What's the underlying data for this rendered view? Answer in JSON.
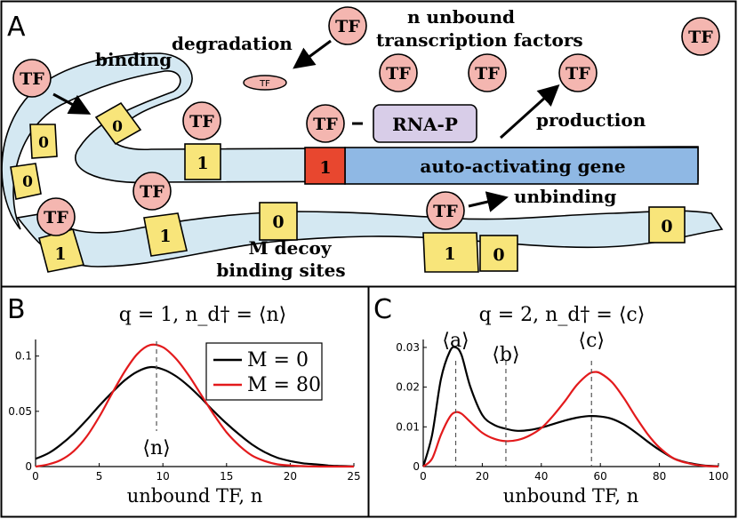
{
  "panel_a": {
    "letter": "A",
    "tf_label": "TF",
    "small_tf_label": "TF",
    "binding": "binding",
    "degradation": "degradation",
    "unbound_line1": "n unbound",
    "unbound_line2": "transcription factors",
    "rnap": "RNA-P",
    "production": "production",
    "gene": "auto-activating gene",
    "unbinding": "unbinding",
    "decoy_line1": "M decoy",
    "decoy_line2": "binding sites",
    "site_one": "1",
    "site_zero": "0"
  },
  "colors": {
    "tf_fill": "#f4b6b0",
    "strand": "#d4e8f2",
    "gene": "#8fb8e4",
    "site": "#f8e57a",
    "active_site": "#e8472f",
    "rnap": "#d8cde8",
    "series_m0": "#000000",
    "series_m80": "#e31a1c"
  },
  "chart_data": [
    {
      "type": "line",
      "panel": "B",
      "title": "q = 1, n_d† = ⟨n⟩",
      "xlabel": "unbound TF, n",
      "ylabel": "",
      "xlim": [
        0,
        25
      ],
      "ylim": [
        0,
        0.115
      ],
      "xticks": [
        "0",
        "5",
        "10",
        "15",
        "20",
        "25"
      ],
      "yticks": [
        "0",
        "0.05",
        "0.1"
      ],
      "annotation": "⟨n⟩",
      "vline_x": 9.5,
      "legend": [
        "M = 0",
        "M = 80"
      ],
      "series": [
        {
          "name": "M = 0",
          "x": [
            0,
            1,
            2,
            3,
            4,
            5,
            6,
            7,
            8,
            9,
            10,
            11,
            12,
            13,
            14,
            15,
            16,
            17,
            18,
            19,
            20,
            21,
            22,
            23,
            24,
            25
          ],
          "values": [
            0.007,
            0.012,
            0.02,
            0.03,
            0.042,
            0.055,
            0.067,
            0.078,
            0.086,
            0.09,
            0.088,
            0.082,
            0.073,
            0.062,
            0.05,
            0.039,
            0.029,
            0.02,
            0.013,
            0.008,
            0.005,
            0.003,
            0.002,
            0.001,
            0.0005,
            0.0002
          ]
        },
        {
          "name": "M = 80",
          "x": [
            0,
            1,
            2,
            3,
            4,
            5,
            6,
            7,
            8,
            9,
            10,
            11,
            12,
            13,
            14,
            15,
            16,
            17,
            18,
            19,
            20,
            21,
            22,
            23,
            24,
            25
          ],
          "values": [
            0.0,
            0.002,
            0.006,
            0.014,
            0.027,
            0.045,
            0.066,
            0.086,
            0.102,
            0.11,
            0.108,
            0.098,
            0.083,
            0.065,
            0.047,
            0.031,
            0.019,
            0.01,
            0.005,
            0.002,
            0.001,
            0.0004,
            0.0001,
            0.0,
            0.0,
            0.0
          ]
        }
      ]
    },
    {
      "type": "line",
      "panel": "C",
      "title": "q = 2, n_d† = ⟨c⟩",
      "xlabel": "unbound TF, n",
      "ylabel": "",
      "xlim": [
        0,
        100
      ],
      "ylim": [
        0,
        0.032
      ],
      "xticks": [
        "0",
        "20",
        "40",
        "60",
        "80",
        "100"
      ],
      "yticks": [
        "0",
        "0.01",
        "0.02",
        "0.03"
      ],
      "annotations": [
        "⟨a⟩",
        "⟨b⟩",
        "⟨c⟩"
      ],
      "vlines_x": [
        11,
        28,
        57
      ],
      "series": [
        {
          "name": "M = 0",
          "x": [
            0,
            3,
            6,
            9,
            11,
            13,
            16,
            20,
            24,
            28,
            32,
            36,
            40,
            44,
            48,
            52,
            56,
            60,
            64,
            68,
            72,
            76,
            80,
            85,
            90,
            95,
            100
          ],
          "values": [
            0.0,
            0.008,
            0.022,
            0.029,
            0.03,
            0.028,
            0.02,
            0.013,
            0.0105,
            0.0095,
            0.009,
            0.0092,
            0.0098,
            0.0107,
            0.0116,
            0.0123,
            0.0127,
            0.0126,
            0.012,
            0.0106,
            0.0086,
            0.0063,
            0.0042,
            0.002,
            0.0009,
            0.0003,
            0.0001
          ]
        },
        {
          "name": "M = 80",
          "x": [
            0,
            3,
            6,
            9,
            11,
            13,
            16,
            20,
            24,
            28,
            32,
            36,
            40,
            44,
            48,
            52,
            56,
            58,
            60,
            64,
            68,
            72,
            76,
            80,
            85,
            90,
            95,
            100
          ],
          "values": [
            0.0,
            0.002,
            0.008,
            0.0125,
            0.0137,
            0.0133,
            0.0112,
            0.0085,
            0.007,
            0.0064,
            0.0067,
            0.0078,
            0.0097,
            0.0128,
            0.0165,
            0.0205,
            0.0233,
            0.0238,
            0.0235,
            0.0212,
            0.0172,
            0.0125,
            0.0082,
            0.0048,
            0.002,
            0.0008,
            0.0002,
            0.0
          ]
        }
      ]
    }
  ]
}
